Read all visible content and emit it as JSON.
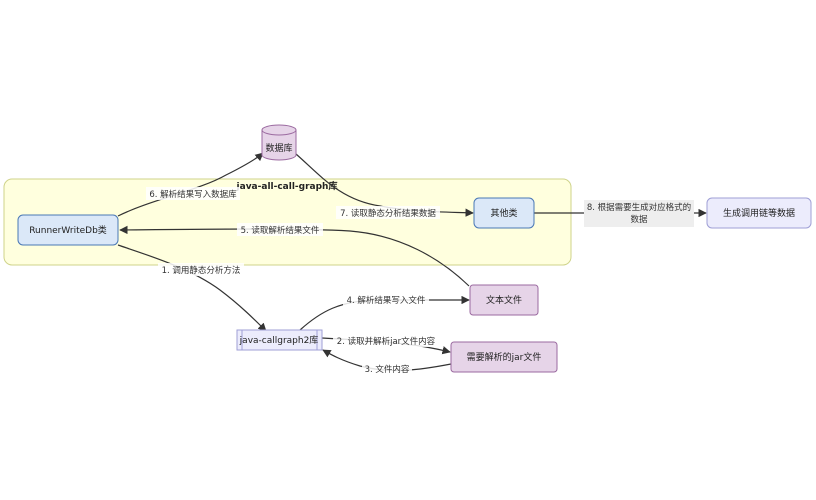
{
  "subgraph": {
    "title": "java-all-call-graph库",
    "fill": "#ffffde",
    "stroke": "#cfd38a"
  },
  "nodes": {
    "database": {
      "label": "数据库",
      "fill": "#e6d4e8",
      "stroke": "#9b6aa0"
    },
    "runner": {
      "label": "RunnerWriteDb类",
      "fill": "#dbe8f8",
      "stroke": "#4a78b5"
    },
    "other": {
      "label": "其他类",
      "fill": "#dbe8f8",
      "stroke": "#4a78b5"
    },
    "generate": {
      "label": "生成调用链等数据",
      "fill": "#ececfc",
      "stroke": "#9f9fd6"
    },
    "textfile": {
      "label": "文本文件",
      "fill": "#e6d4e8",
      "stroke": "#9b6aa0"
    },
    "lib": {
      "label": "java-callgraph2库",
      "fill": "#ececfc",
      "stroke": "#9f9fd6"
    },
    "jar": {
      "label": "需要解析的jar文件",
      "fill": "#e6d4e8",
      "stroke": "#9b6aa0"
    }
  },
  "edges": {
    "e1": "1. 调用静态分析方法",
    "e2": "2. 读取并解析jar文件内容",
    "e3": "3. 文件内容",
    "e4": "4. 解析结果写入文件",
    "e5": "5. 读取解析结果文件",
    "e6": "6. 解析结果写入数据库",
    "e7": "7. 读取静态分析结果数据",
    "e8_line1": "8. 根据需要生成对应格式的",
    "e8_line2": "数据"
  }
}
